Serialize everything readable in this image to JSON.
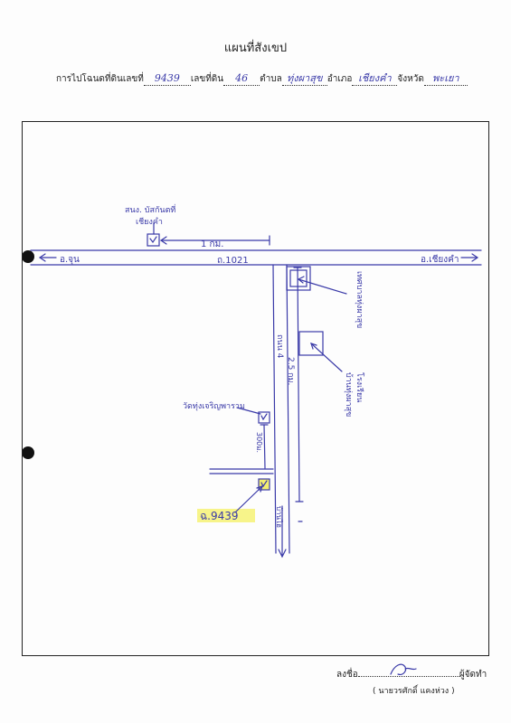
{
  "document": {
    "title": "แผนที่สังเขป",
    "form": {
      "lbl_deed_no": "การไปโฉนดที่ดินเลขที่",
      "deed_no": "9439",
      "lbl_land_no": "เลขที่ดิน",
      "land_no": "46",
      "lbl_subdistrict": "ตำบล",
      "subdistrict": "ทุ่งผาสุข",
      "lbl_district": "อำเภอ",
      "district": "เชียงคำ",
      "lbl_province": "จังหวัด",
      "province": "พะเยา"
    },
    "signature": {
      "lbl_sign": "ลงชื่อ",
      "lbl_role": "ผู้จัดทำ",
      "name": "( นายวรศักดิ์  แคงห่วง )"
    }
  },
  "map": {
    "office_label_1": "สนง. บัสกันตที่",
    "office_label_2": "เชียงคำ",
    "distance_1km": "1 กม.",
    "left_dest": "อ.จุน",
    "road_label": "ถ.1021",
    "right_dest": "อ.เชียงคำ",
    "lower_right_label": "เทศบาลทุ่งผาสุข",
    "lower_road_label": "ถนน 4",
    "distance_2_5km": "2.5 กม.",
    "school_label_1": "โรงเรียน",
    "school_label_2": "บ้านทุ่งผาสุข",
    "temple_label": "วัดทุ่งเจริญพาราม",
    "distance_300m": "300ม.",
    "parcel_label": "ฉ.9439",
    "direction_label": "บ้านไฮ"
  }
}
